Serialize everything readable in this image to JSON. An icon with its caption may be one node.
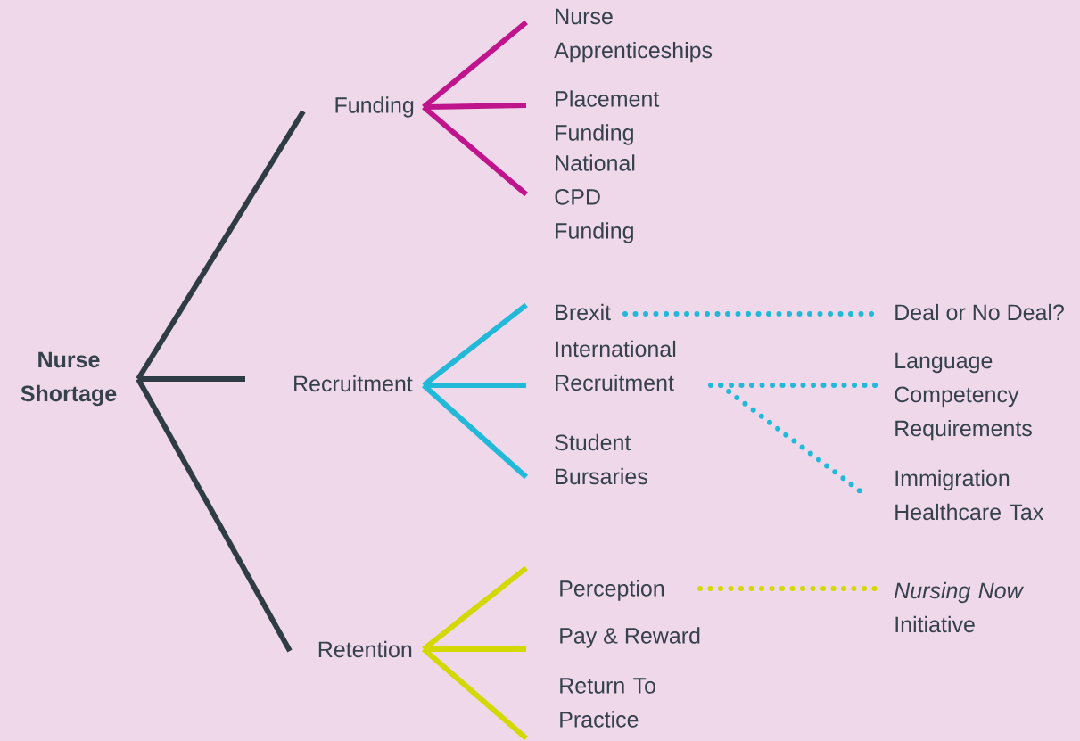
{
  "diagram": {
    "nodes": [
      {
        "text": [
          "Nurse Shortage"
        ]
      },
      {
        "text": [
          "Funding"
        ]
      },
      {
        "text": [
          "Recruitment"
        ]
      },
      {
        "text": [
          "Retention"
        ]
      },
      {
        "text": [
          "Nurse Apprenticeships"
        ]
      },
      {
        "text": [
          "Placement Funding"
        ]
      },
      {
        "text": [
          "National CPD Funding"
        ]
      },
      {
        "text": [
          "Brexit"
        ]
      },
      {
        "text": [
          "International Recruitment"
        ]
      },
      {
        "text": [
          "Student Bursaries"
        ]
      },
      {
        "text": [
          "Perception"
        ]
      },
      {
        "text": [
          "Pay & Reward"
        ]
      },
      {
        "text": [
          "Return To Practice"
        ]
      },
      {
        "text": [
          "Deal or No Deal?"
        ]
      },
      {
        "text": [
          "Language Competency Requirements"
        ]
      },
      {
        "text": [
          "Immigration Healthcare Tax"
        ]
      },
      {
        "text": [
          "*Nursing Now* Initiative"
        ]
      }
    ],
    "edges": [
      {
        "from": 0,
        "to": 1,
        "arrow": "none",
        "color": "#2f3b45"
      },
      {
        "from": 0,
        "to": 2,
        "arrow": "none",
        "color": "#2f3b45"
      },
      {
        "from": 0,
        "to": 3,
        "arrow": "none",
        "color": "#2f3b45"
      },
      {
        "from": 1,
        "to": 4,
        "arrow": "none",
        "color": "#c0148c"
      },
      {
        "from": 1,
        "to": 5,
        "arrow": "none",
        "color": "#c0148c"
      },
      {
        "from": 1,
        "to": 6,
        "arrow": "none",
        "color": "#c0148c"
      },
      {
        "from": 2,
        "to": 7,
        "arrow": "none",
        "color": "#22b8d8"
      },
      {
        "from": 2,
        "to": 8,
        "arrow": "none",
        "color": "#22b8d8"
      },
      {
        "from": 2,
        "to": 9,
        "arrow": "none",
        "color": "#22b8d8"
      },
      {
        "from": 3,
        "to": 10,
        "arrow": "none",
        "color": "#d2d800"
      },
      {
        "from": 3,
        "to": 11,
        "arrow": "none",
        "color": "#d2d800"
      },
      {
        "from": 3,
        "to": 12,
        "arrow": "none",
        "color": "#d2d800"
      },
      {
        "from": 7,
        "to": 13,
        "arrow": "none",
        "style": "dashed",
        "color": "#22b8d8"
      },
      {
        "from": 8,
        "to": 14,
        "arrow": "none",
        "style": "dashed",
        "color": "#22b8d8"
      },
      {
        "from": 8,
        "to": 15,
        "arrow": "none",
        "style": "dashed",
        "color": "#22b8d8"
      },
      {
        "from": 10,
        "to": 16,
        "arrow": "none",
        "style": "dashed",
        "color": "#d2d800"
      }
    ]
  }
}
